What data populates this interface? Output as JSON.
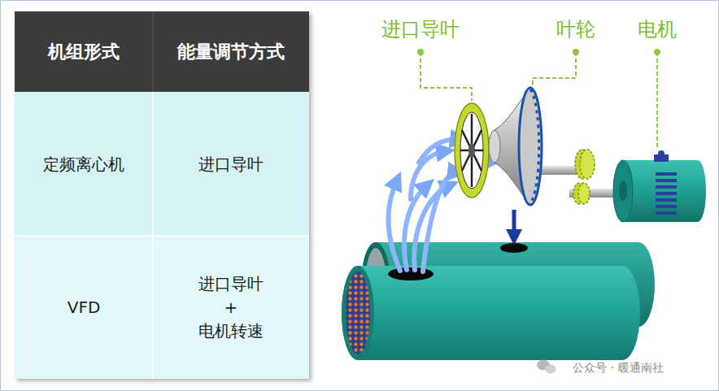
{
  "diagram": {
    "labels": [
      "机组形式",
      "能量调节方式",
      "定频离心机",
      "进口导叶",
      "VFD",
      "进口导叶 + 电机转速",
      "进口导叶",
      "叶轮",
      "电机",
      "公众号 · 暖通南社"
    ]
  }
}
